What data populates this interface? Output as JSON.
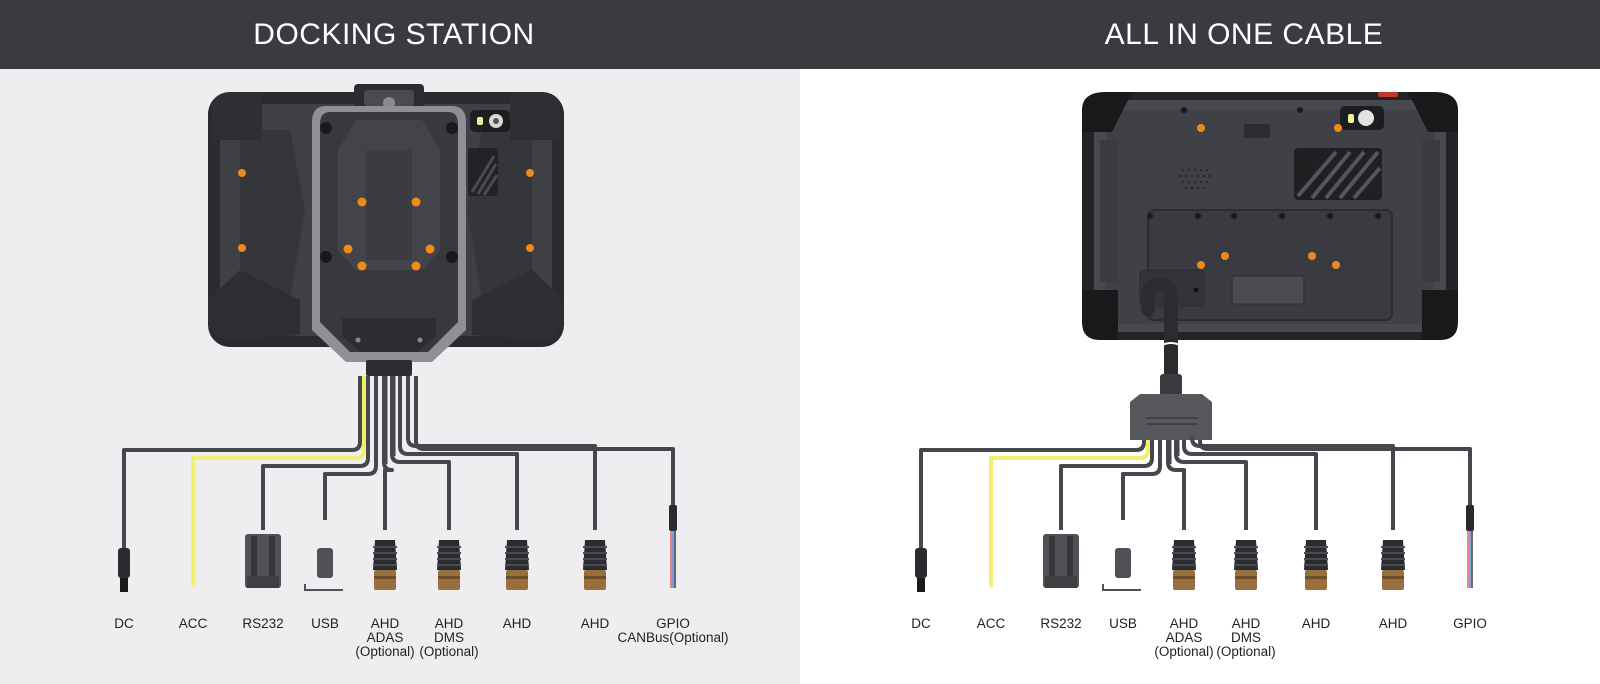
{
  "panels": [
    {
      "id": "docking",
      "title": "DOCKING STATION",
      "labels": [
        {
          "lines": [
            "DC"
          ]
        },
        {
          "lines": [
            "ACC"
          ]
        },
        {
          "lines": [
            "RS232"
          ]
        },
        {
          "lines": [
            "USB"
          ]
        },
        {
          "lines": [
            "AHD",
            "ADAS",
            "(Optional)"
          ]
        },
        {
          "lines": [
            "AHD",
            "DMS",
            "(Optional)"
          ]
        },
        {
          "lines": [
            "AHD"
          ]
        },
        {
          "lines": [
            "AHD"
          ]
        },
        {
          "lines": [
            "GPIO",
            "CANBus(Optional)"
          ]
        }
      ]
    },
    {
      "id": "cable",
      "title": "ALL IN ONE CABLE",
      "labels": [
        {
          "lines": [
            "DC"
          ]
        },
        {
          "lines": [
            "ACC"
          ]
        },
        {
          "lines": [
            "RS232"
          ]
        },
        {
          "lines": [
            "USB"
          ]
        },
        {
          "lines": [
            "AHD",
            "ADAS",
            "(Optional)"
          ]
        },
        {
          "lines": [
            "AHD",
            "DMS",
            "(Optional)"
          ]
        },
        {
          "lines": [
            "AHD"
          ]
        },
        {
          "lines": [
            "AHD"
          ]
        },
        {
          "lines": [
            "GPIO"
          ]
        }
      ]
    }
  ],
  "colors": {
    "header_bg": "#393b40",
    "header_text": "#ffffff",
    "left_bg": "#eeeef0",
    "right_bg": "#ffffff",
    "cable": "#45474c",
    "acc_cable": "#f2ef6f",
    "device_body": "#3d3e43",
    "device_bumper": "#2a2b2e",
    "accent_dots": "#f08a1c"
  },
  "connector_icons": [
    "dc-barrel-icon",
    "bare-wire-icon",
    "db9-serial-icon",
    "usb-plug-icon",
    "ahd-aviation-plug-icon",
    "ahd-aviation-plug-icon",
    "ahd-aviation-plug-icon",
    "ahd-aviation-plug-icon",
    "gpio-wire-bundle-icon"
  ]
}
